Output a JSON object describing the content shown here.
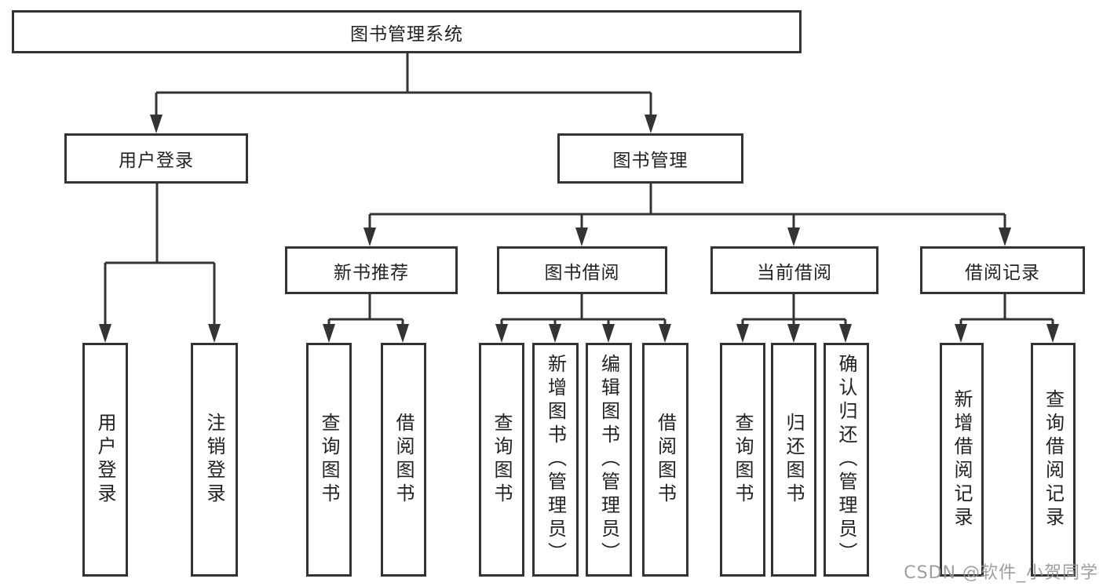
{
  "diagram_title": "图书管理系统",
  "tree": {
    "label": "图书管理系统",
    "children": [
      {
        "label": "用户登录",
        "children": [
          {
            "label": "用户登录"
          },
          {
            "label": "注销登录"
          }
        ]
      },
      {
        "label": "图书管理",
        "children": [
          {
            "label": "新书推荐",
            "children": [
              {
                "label": "查询图书"
              },
              {
                "label": "借阅图书"
              }
            ]
          },
          {
            "label": "图书借阅",
            "children": [
              {
                "label": "查询图书"
              },
              {
                "label": "新增图书（管理员）"
              },
              {
                "label": "编辑图书（管理员）"
              },
              {
                "label": "借阅图书"
              }
            ]
          },
          {
            "label": "当前借阅",
            "children": [
              {
                "label": "查询图书"
              },
              {
                "label": "归还图书"
              },
              {
                "label": "确认归还（管理员）"
              }
            ]
          },
          {
            "label": "借阅记录",
            "children": [
              {
                "label": "新增借阅记录"
              },
              {
                "label": "查询借阅记录"
              }
            ]
          }
        ]
      }
    ]
  },
  "watermark": {
    "text": "CSDN @软件_小贺同学"
  },
  "colors": {
    "line": "#333333",
    "node_border": "#333333",
    "node_text": "#222222",
    "watermark_text": "#969696",
    "background": "#ffffff"
  }
}
